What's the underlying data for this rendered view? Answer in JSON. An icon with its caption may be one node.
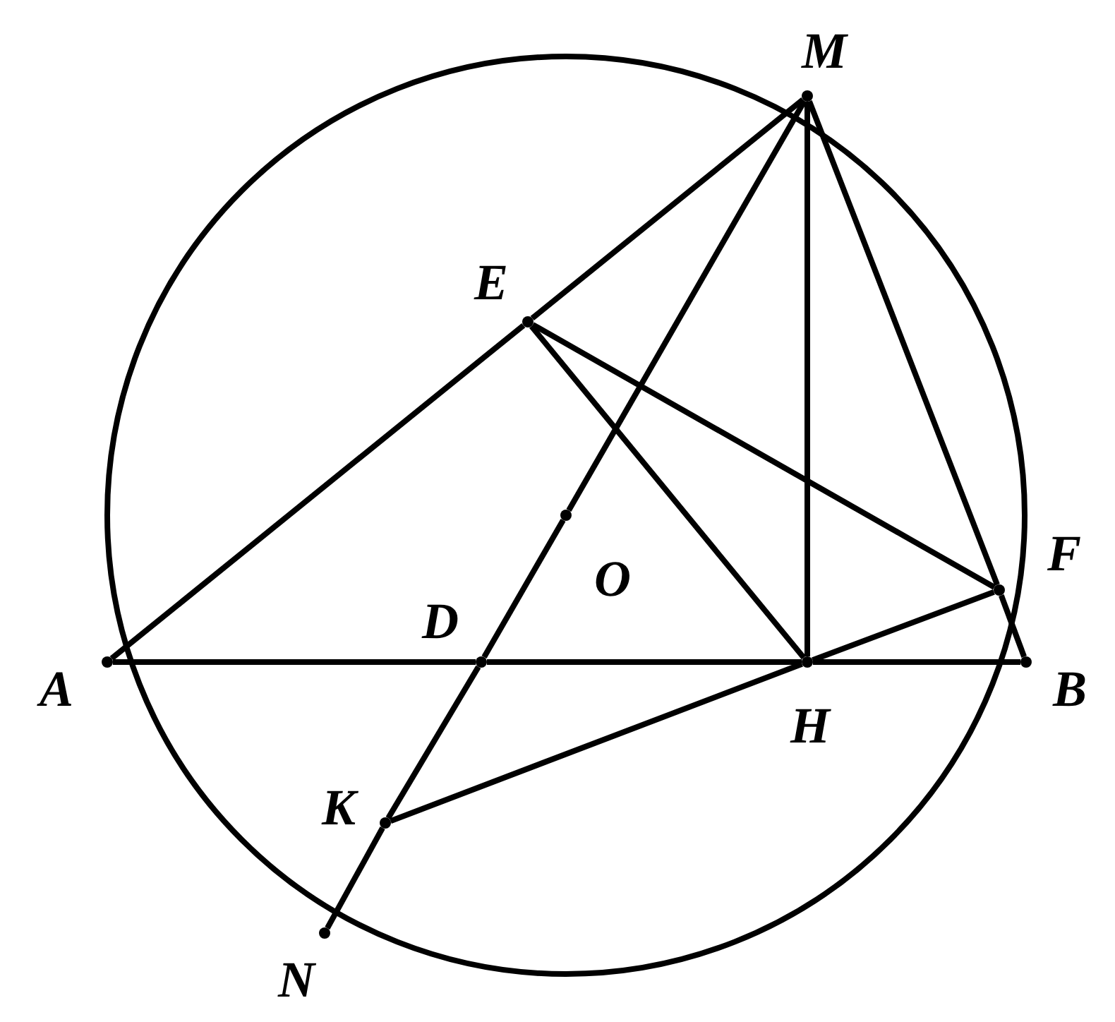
{
  "diagram": {
    "nodes": [
      {
        "text": [
          "M"
        ]
      },
      {
        "text": [
          "E"
        ]
      },
      {
        "text": [
          "A"
        ]
      },
      {
        "text": [
          "B"
        ]
      },
      {
        "text": [
          "H"
        ]
      },
      {
        "text": [
          "F"
        ]
      },
      {
        "text": [
          "O"
        ]
      },
      {
        "text": [
          "D"
        ]
      },
      {
        "text": [
          "K"
        ]
      },
      {
        "text": [
          "N"
        ]
      }
    ],
    "edges": [
      {
        "from": 2,
        "to": 1,
        "arrow": "none"
      },
      {
        "from": 1,
        "to": 0,
        "arrow": "none"
      },
      {
        "from": 2,
        "to": 7,
        "arrow": "none"
      },
      {
        "from": 7,
        "to": 4,
        "arrow": "none"
      },
      {
        "from": 4,
        "to": 3,
        "arrow": "none"
      },
      {
        "from": 0,
        "to": 4,
        "arrow": "none"
      },
      {
        "from": 0,
        "to": 5,
        "arrow": "none"
      },
      {
        "from": 5,
        "to": 3,
        "arrow": "none"
      },
      {
        "from": 1,
        "to": 4,
        "arrow": "none"
      },
      {
        "from": 1,
        "to": 5,
        "arrow": "none"
      },
      {
        "from": 4,
        "to": 5,
        "arrow": "none"
      },
      {
        "from": 0,
        "to": 6,
        "arrow": "none"
      },
      {
        "from": 6,
        "to": 7,
        "arrow": "none"
      },
      {
        "from": 7,
        "to": 8,
        "arrow": "none"
      },
      {
        "from": 8,
        "to": 9,
        "arrow": "none"
      },
      {
        "from": 8,
        "to": 4,
        "arrow": "none"
      }
    ]
  }
}
